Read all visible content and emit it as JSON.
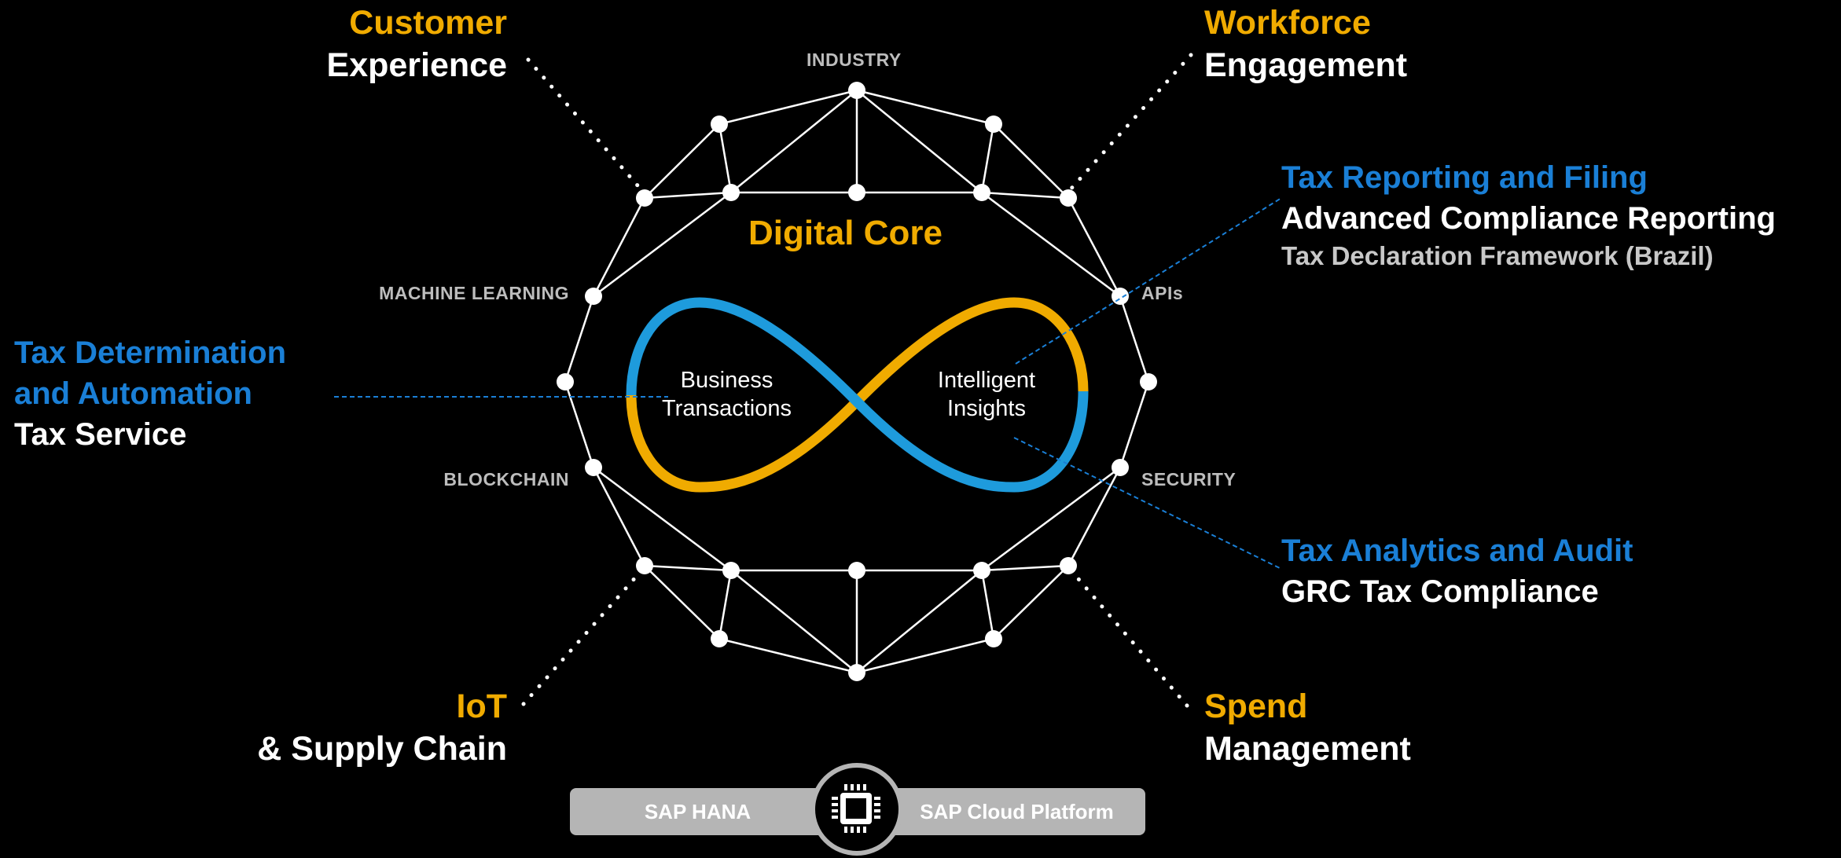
{
  "corners": {
    "customer": {
      "line1": "Customer",
      "line2": "Experience"
    },
    "workforce": {
      "line1": "Workforce",
      "line2": "Engagement"
    },
    "iot": {
      "line1": "IoT",
      "line2": "& Supply Chain"
    },
    "spend": {
      "line1": "Spend",
      "line2": "Management"
    }
  },
  "ring_labels": {
    "industry": "INDUSTRY",
    "machine_learning": "MACHINE LEARNING",
    "apis": "APIs",
    "blockchain": "BLOCKCHAIN",
    "security": "SECURITY"
  },
  "core": {
    "title": "Digital Core",
    "left_line1": "Business",
    "left_line2": "Transactions",
    "right_line1": "Intelligent",
    "right_line2": "Insights"
  },
  "tax": {
    "determination": {
      "heading1": "Tax Determination",
      "heading2": "and Automation",
      "product": "Tax Service"
    },
    "reporting": {
      "heading": "Tax Reporting and Filing",
      "product": "Advanced Compliance Reporting",
      "sub": "Tax Declaration Framework (Brazil)"
    },
    "analytics": {
      "heading": "Tax Analytics and Audit",
      "product": "GRC Tax Compliance"
    }
  },
  "footer": {
    "left": "SAP HANA",
    "right": "SAP Cloud Platform",
    "icon": "chip-icon"
  },
  "colors": {
    "orange": "#f0ab00",
    "blue": "#1a7fd6",
    "loop_blue": "#1e9bdc",
    "background": "#000000"
  }
}
